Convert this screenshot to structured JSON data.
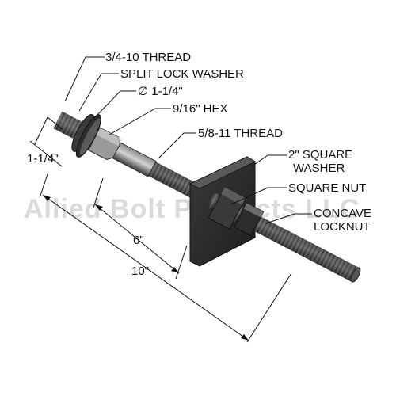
{
  "watermark": "Allied Bolt Products LLC",
  "labels": {
    "thread_34": "3/4-10 THREAD",
    "split_lock_washer": "SPLIT LOCK WASHER",
    "diameter": "∅ 1-1/4\"",
    "hex": "9/16\" HEX",
    "thread_58": "5/8-11 THREAD",
    "square_washer_line1": "2\" SQUARE",
    "square_washer_line2": "WASHER",
    "square_nut": "SQUARE NUT",
    "concave_line1": "CONCAVE",
    "concave_line2": "LOCKNUT"
  },
  "dimensions": {
    "left_width": "1-1/4\"",
    "length_6": "6\"",
    "length_10": "10\""
  },
  "colors": {
    "metal_dark": "#2a2a2a",
    "metal_mid": "#6b6b6b",
    "metal_light": "#bcbcbc",
    "line": "#111111"
  }
}
